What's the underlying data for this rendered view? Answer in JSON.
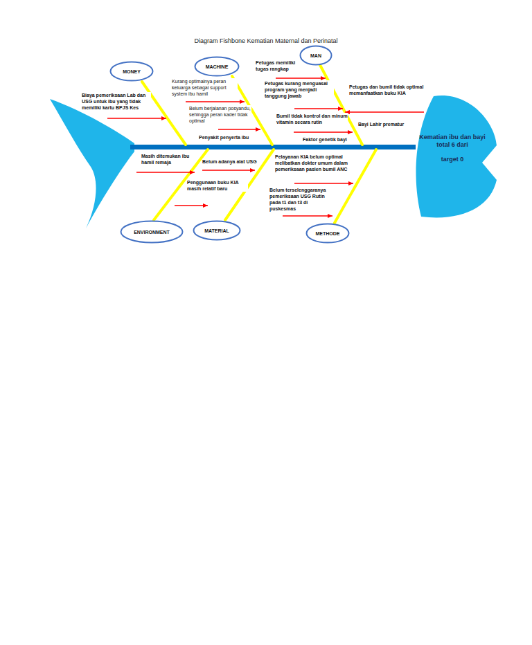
{
  "diagram": {
    "title": "Diagram Fishbone Kematian Maternal dan Perinatal",
    "nodes": [
      {
        "text": [
          "MONEY"
        ]
      },
      {
        "text": [
          "MACHINE"
        ]
      },
      {
        "text": [
          "MAN"
        ]
      },
      {
        "text": [
          "Kematian ibu dan bayi total 6 dari",
          "target 0"
        ]
      },
      {
        "text": [
          "ENVIRONMENT"
        ]
      },
      {
        "text": [
          "MATERIAL"
        ]
      },
      {
        "text": [
          "METHODE"
        ]
      }
    ],
    "labels": [
      "Biaya pemeriksaan Lab dan USG untuk ibu yang tidak memiliki kartu BPJS Kes",
      "Kurang optimalnya peran keluarga sebagai support system ibu hamil",
      "Belum berjalanan posyandu, sehingga peran kader tidak optimal",
      "Penyakit penyerta ibu",
      "Petugas memiliki tugas rangkap",
      "Petugas kurang menguasai program yang menjadi tanggung jawab",
      "Bumil tidak kontrol dan minum vitamin secara rutin",
      "Faktor genetik bayi",
      "Petugas dan bumil tidak optimal memanfaatkan buku KIA",
      "Bayi Lahir prematur",
      "Masih ditemukan ibu hamil remaja",
      "Belum adanya alat USG",
      "Penggunaan buku KIA masih relatif baru",
      "Pelayanan KIA belum optimal melibatkan dokter umum dalam pemeriksaan pasien bumil ANC",
      "Belum terselenggaranya pemeriksaan USG Rutin pada t1 dan t3 di puskesmas"
    ]
  }
}
